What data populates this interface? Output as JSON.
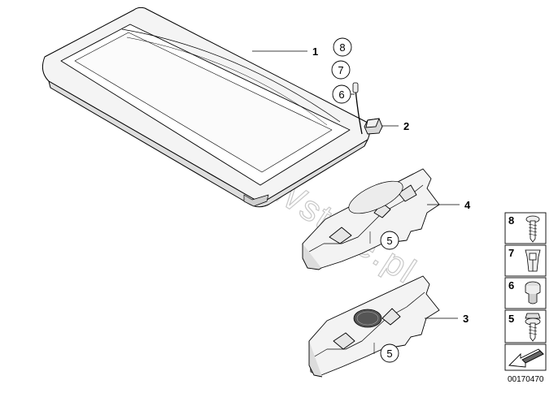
{
  "callouts": {
    "shelf": "1",
    "button": "2",
    "panel_lower": "3",
    "panel_upper": "4",
    "clip_upper": "5",
    "clip_lower": "5",
    "circle_8": "8",
    "circle_7": "7",
    "circle_6": "6"
  },
  "legend": {
    "items": [
      {
        "number": "8",
        "part": "screw-icon"
      },
      {
        "number": "7",
        "part": "expanding-nut-icon"
      },
      {
        "number": "6",
        "part": "grommet-icon"
      },
      {
        "number": "5",
        "part": "clip-screw-icon"
      }
    ]
  },
  "watermark": "www.BMWstore.pl",
  "reference_number": "00170470",
  "colors": {
    "line": "#000000",
    "fill_light": "#f2f2f2",
    "fill_mid": "#dcdcdc",
    "watermark": "#c8c8c8"
  }
}
